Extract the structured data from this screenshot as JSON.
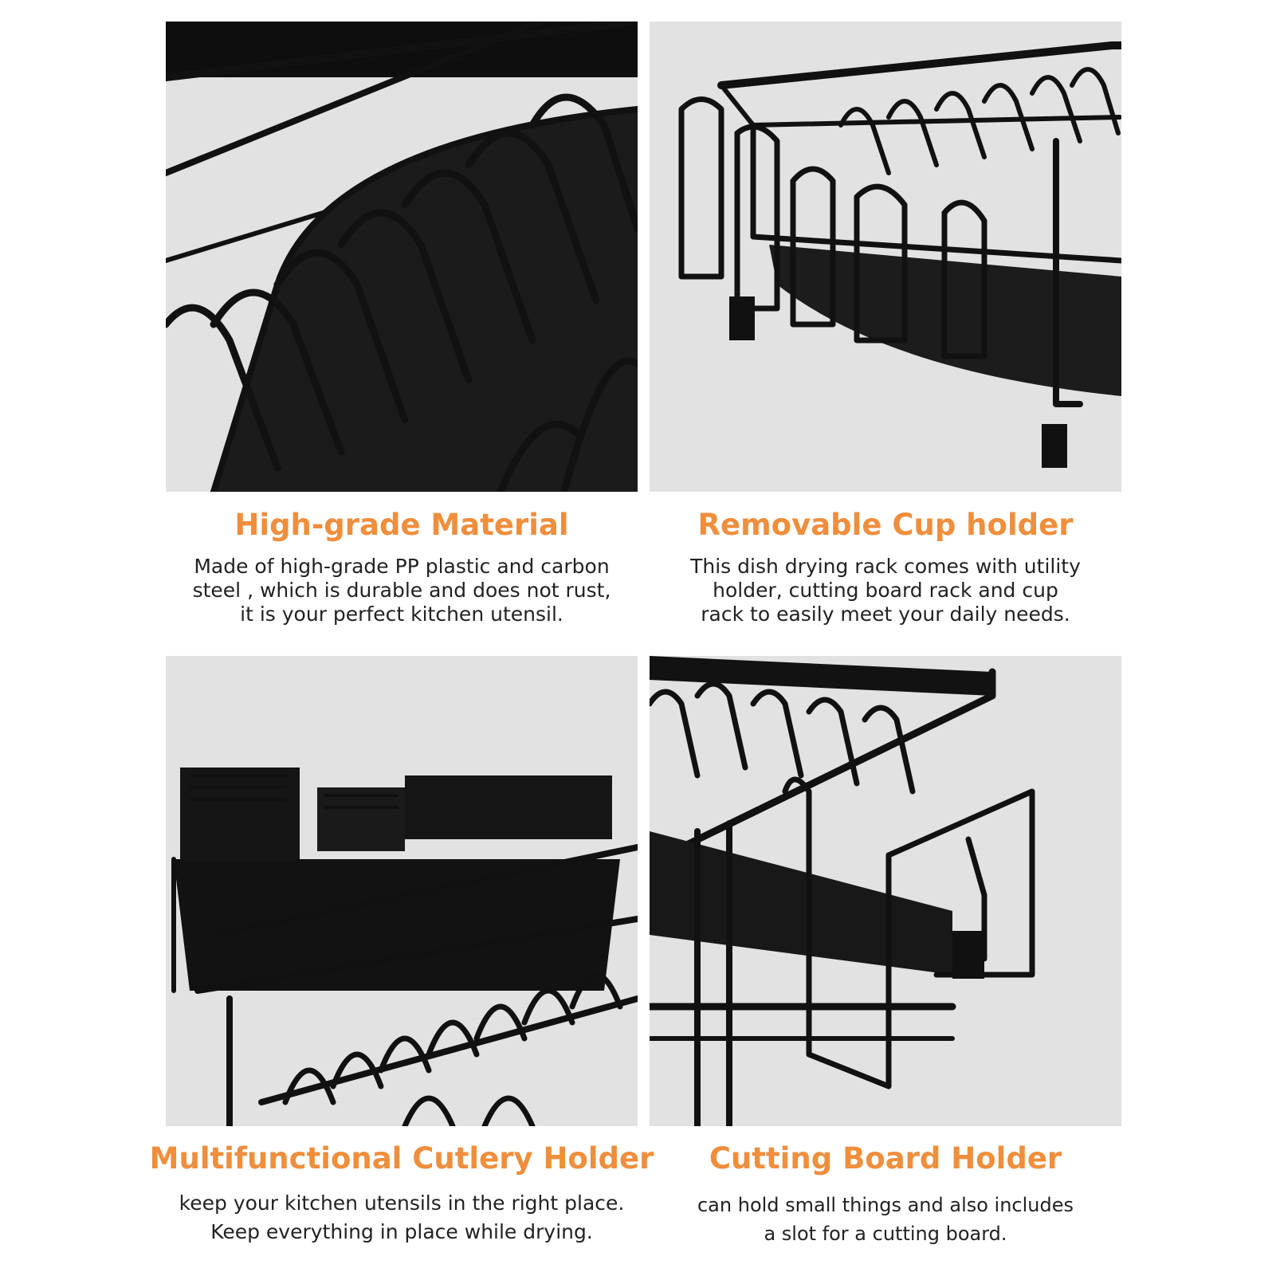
{
  "colors": {
    "accent": "#ef8e3c",
    "text": "#222222",
    "photo_bg": "#e2e2e2",
    "rack": "#111111"
  },
  "features": [
    {
      "title": "High-grade Material",
      "lines": [
        "Made of high-grade PP plastic and carbon",
        "steel , which is durable and does not rust,",
        "it is your perfect kitchen utensil."
      ]
    },
    {
      "title": "Removable Cup holder",
      "lines": [
        "This dish drying rack comes with utility",
        "holder, cutting board rack and cup",
        "rack to easily meet your daily needs."
      ]
    },
    {
      "title": "Multifunctional Cutlery Holder",
      "lines": [
        "keep your kitchen utensils in the right place.",
        "Keep everything in place while drying."
      ]
    },
    {
      "title": "Cutting Board Holder",
      "lines": [
        "can hold small things and also includes",
        "a slot for a cutting board."
      ]
    }
  ]
}
